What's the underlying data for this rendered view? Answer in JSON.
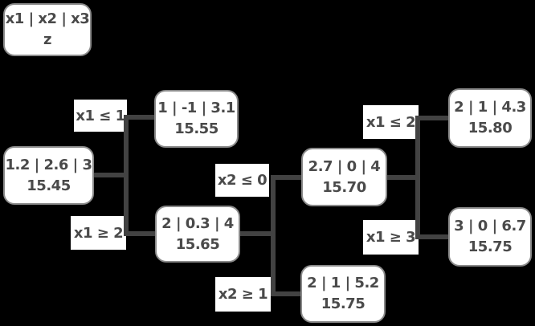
{
  "diagram": {
    "kind": "branch-and-bound tree",
    "colors": {
      "background": "#000000",
      "connector": "#424242",
      "node_fill": "#ffffff",
      "node_border": "#8a8a8a",
      "text": "#4a4a4a"
    }
  },
  "legend": {
    "variables": "x1 | x2 | x3",
    "objective": "z"
  },
  "nodes": [
    {
      "values": "1.2 | 2.6 | 3",
      "z": "15.45"
    },
    {
      "values": "1 | -1 | 3.1",
      "z": "15.55"
    },
    {
      "values": "2 | 0.3 | 4",
      "z": "15.65"
    },
    {
      "values": "2.7 | 0 | 4",
      "z": "15.70"
    },
    {
      "values": "2 | 1 | 5.2",
      "z": "15.75"
    },
    {
      "values": "2 | 1 | 4.3",
      "z": "15.80"
    },
    {
      "values": "3 | 0 | 6.7",
      "z": "15.75"
    }
  ],
  "branches": [
    {
      "label": "x1 ≤ 1"
    },
    {
      "label": "x1 ≥ 2"
    },
    {
      "label": "x2 ≤ 0"
    },
    {
      "label": "x2 ≥ 1"
    },
    {
      "label": "x1 ≤ 2"
    },
    {
      "label": "x1 ≥ 3"
    }
  ]
}
